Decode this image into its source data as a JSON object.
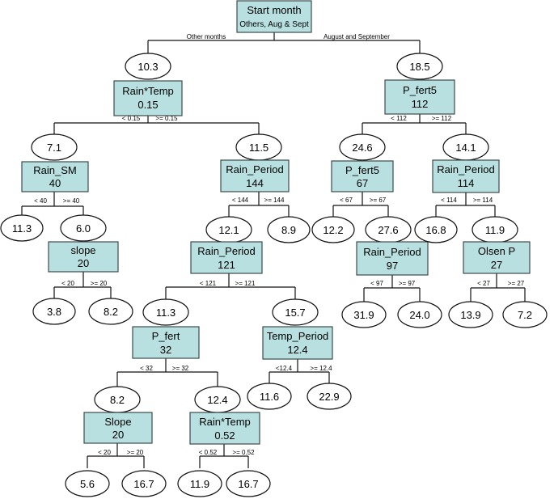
{
  "root": {
    "title": "Start month",
    "subtitle": "Others, Aug & Sept",
    "left_label": "Other months",
    "right_label": "August and September"
  },
  "nodes": {
    "n1_mean": "10.3",
    "n1_var": "Rain*Temp",
    "n1_split": "0.15",
    "n1_lt": "< 0.15",
    "n1_ge": ">= 0.15",
    "n2_mean": "7.1",
    "n2_var": "Rain_SM",
    "n2_split": "40",
    "n2_lt": "< 40",
    "n2_ge": ">= 40",
    "leaf_11_3": "11.3",
    "n3_mean": "6.0",
    "n3_var": "slope",
    "n3_split": "20",
    "n3_lt": "< 20",
    "n3_ge": ">= 20",
    "leaf_3_8": "3.8",
    "leaf_8_2": "8.2",
    "n4_mean": "11.5",
    "n4_var": "Rain_Period",
    "n4_split": "144",
    "n4_lt": "< 144",
    "n4_ge": ">= 144",
    "leaf_8_9": "8.9",
    "n5_mean": "12.1",
    "n5_var": "Rain_Period",
    "n5_split": "121",
    "n5_lt": "< 121",
    "n5_ge": ">= 121",
    "n6_mean": "11.3",
    "n6_var": "P_fert",
    "n6_split": "32",
    "n6_lt": "< 32",
    "n6_ge": ">= 32",
    "n7_mean": "8.2",
    "n7_var": "Slope",
    "n7_split": "20",
    "n7_lt": "< 20",
    "n7_ge": ">= 20",
    "leaf_5_6": "5.6",
    "leaf_16_7a": "16.7",
    "n8_mean": "12.4",
    "n8_var": "Rain*Temp",
    "n8_split": "0.52",
    "n8_lt": "< 0.52",
    "n8_ge": ">= 0.52",
    "leaf_11_9a": "11.9",
    "leaf_16_7b": "16.7",
    "n9_mean": "15.7",
    "n9_var": "Temp_Period",
    "n9_split": "12.4",
    "n9_lt": "<12.4",
    "n9_ge": ">= 12.4",
    "leaf_11_6": "11.6",
    "leaf_22_9": "22.9",
    "n10_mean": "18.5",
    "n10_var": "P_fert5",
    "n10_split": "112",
    "n10_lt": "< 112",
    "n10_ge": ">= 112",
    "n11_mean": "24.6",
    "n11_var": "P_fert5",
    "n11_split": "67",
    "n11_lt": "< 67",
    "n11_ge": ">= 67",
    "leaf_12_2": "12.2",
    "n12_mean": "27.6",
    "n12_var": "Rain_Period",
    "n12_split": "97",
    "n12_lt": "< 97",
    "n12_ge": ">= 97",
    "leaf_31_9": "31.9",
    "leaf_24_0": "24.0",
    "n13_mean": "14.1",
    "n13_var": "Rain_Period",
    "n13_split": "114",
    "n13_lt": "< 114",
    "n13_ge": ">= 114",
    "leaf_16_8": "16.8",
    "n14_mean": "11.9",
    "n14_var": "Olsen P",
    "n14_split": "27",
    "n14_lt": "< 27",
    "n14_ge": ">= 27",
    "leaf_13_9": "13.9",
    "leaf_7_2": "7.2"
  }
}
